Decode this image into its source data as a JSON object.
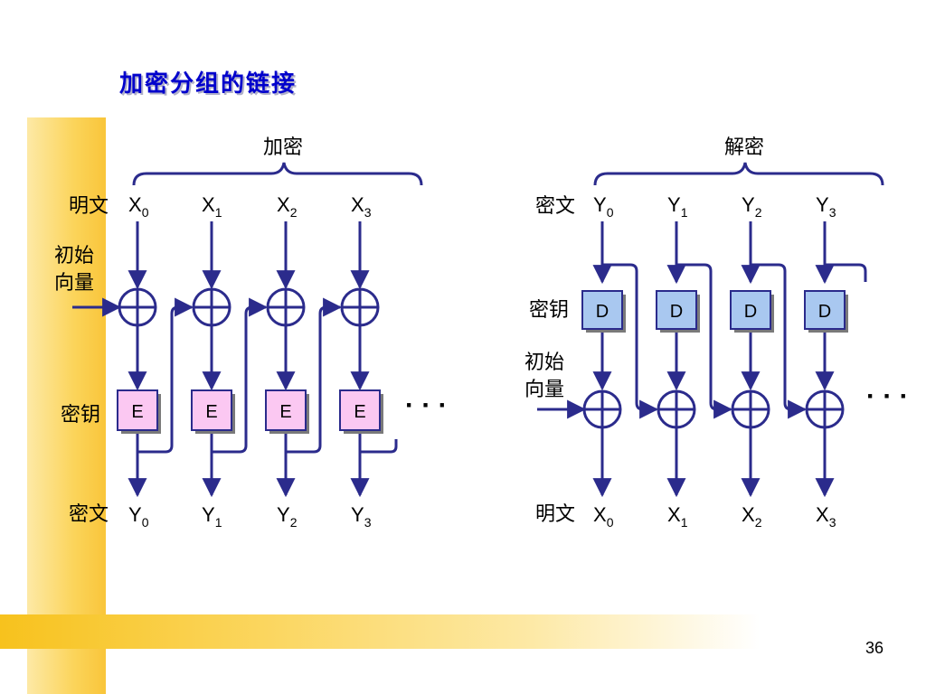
{
  "slide": {
    "title": "加密分组的链接",
    "page_number": "36"
  },
  "encryption": {
    "header": "加密",
    "plaintext_label": "明文",
    "iv_label_line1": "初始",
    "iv_label_line2": "向量",
    "key_label": "密钥",
    "ciphertext_label": "密文",
    "block_letter": "E",
    "inputs": [
      {
        "var": "X",
        "sub": "0"
      },
      {
        "var": "X",
        "sub": "1"
      },
      {
        "var": "X",
        "sub": "2"
      },
      {
        "var": "X",
        "sub": "3"
      }
    ],
    "outputs": [
      {
        "var": "Y",
        "sub": "0"
      },
      {
        "var": "Y",
        "sub": "1"
      },
      {
        "var": "Y",
        "sub": "2"
      },
      {
        "var": "Y",
        "sub": "3"
      }
    ],
    "ellipsis": "· · ·"
  },
  "decryption": {
    "header": "解密",
    "ciphertext_label": "密文",
    "key_label": "密钥",
    "iv_label_line1": "初始",
    "iv_label_line2": "向量",
    "plaintext_label": "明文",
    "block_letter": "D",
    "inputs": [
      {
        "var": "Y",
        "sub": "0"
      },
      {
        "var": "Y",
        "sub": "1"
      },
      {
        "var": "Y",
        "sub": "2"
      },
      {
        "var": "Y",
        "sub": "3"
      }
    ],
    "outputs": [
      {
        "var": "X",
        "sub": "0"
      },
      {
        "var": "X",
        "sub": "1"
      },
      {
        "var": "X",
        "sub": "2"
      },
      {
        "var": "X",
        "sub": "3"
      }
    ],
    "ellipsis": "· · ·"
  },
  "colors": {
    "line": "#2b2b8c",
    "title": "#0000cc",
    "e_box_fill": "#fbc8f2",
    "d_box_fill": "#a9c8f0",
    "box_border": "#2b2b8c",
    "box_shadow": "#7a7a7a"
  }
}
